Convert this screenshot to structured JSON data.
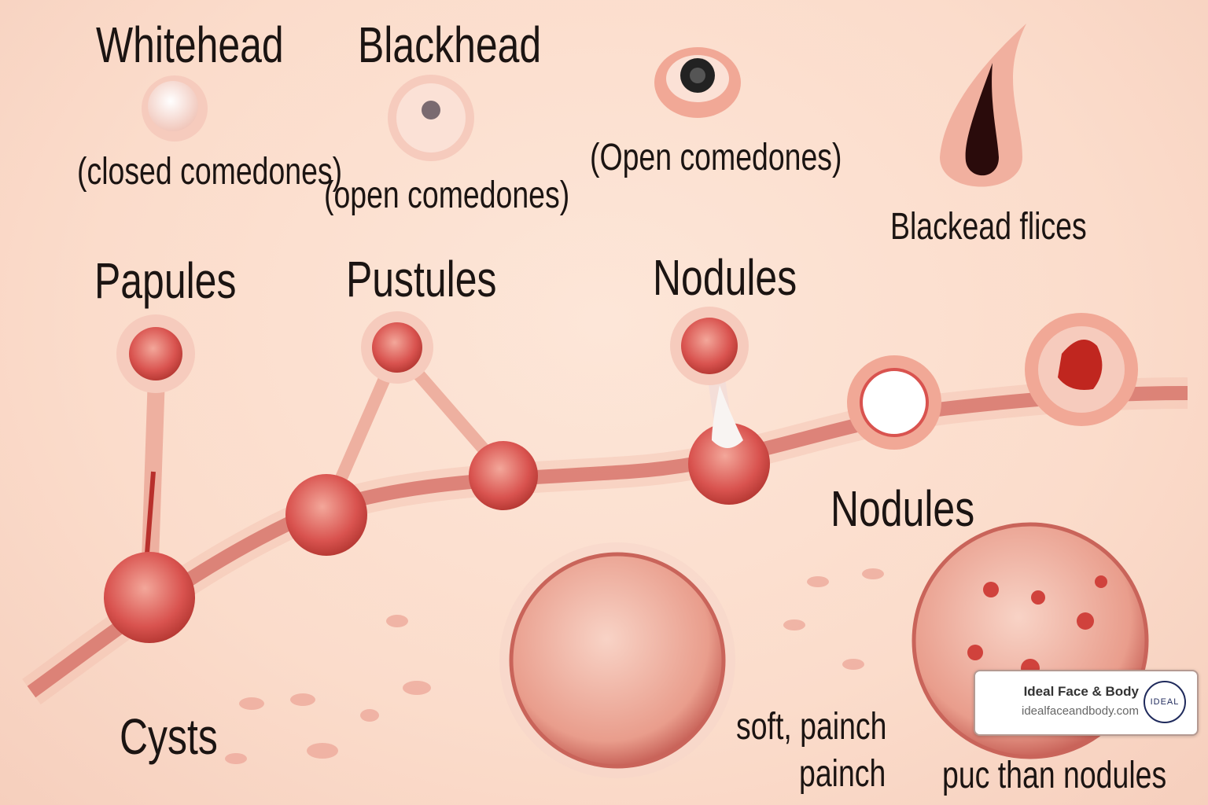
{
  "labels": {
    "whitehead": "Whitehead",
    "whitehead_sub": "(closed comedones)",
    "blackhead": "Blackhead",
    "blackhead_sub": "(open comedones)",
    "open_comedones": "(Open comedones)",
    "blackead_flices": "Blackead flices",
    "papules": "Papules",
    "pustules": "Pustules",
    "nodules_top": "Nodules",
    "nodules_right": "Nodules",
    "cysts": "Cysts",
    "soft_painch": "soft, painch",
    "painch": "painch",
    "bottom_partial": "puc than nodules"
  },
  "badge": {
    "name": "Ideal Face & Body",
    "url": "idealfaceandbody.com",
    "seal_text": "IDEAL"
  },
  "colors": {
    "skin": "#fbdccb",
    "lesion": "#d9534f",
    "dark": "#1b1412"
  }
}
